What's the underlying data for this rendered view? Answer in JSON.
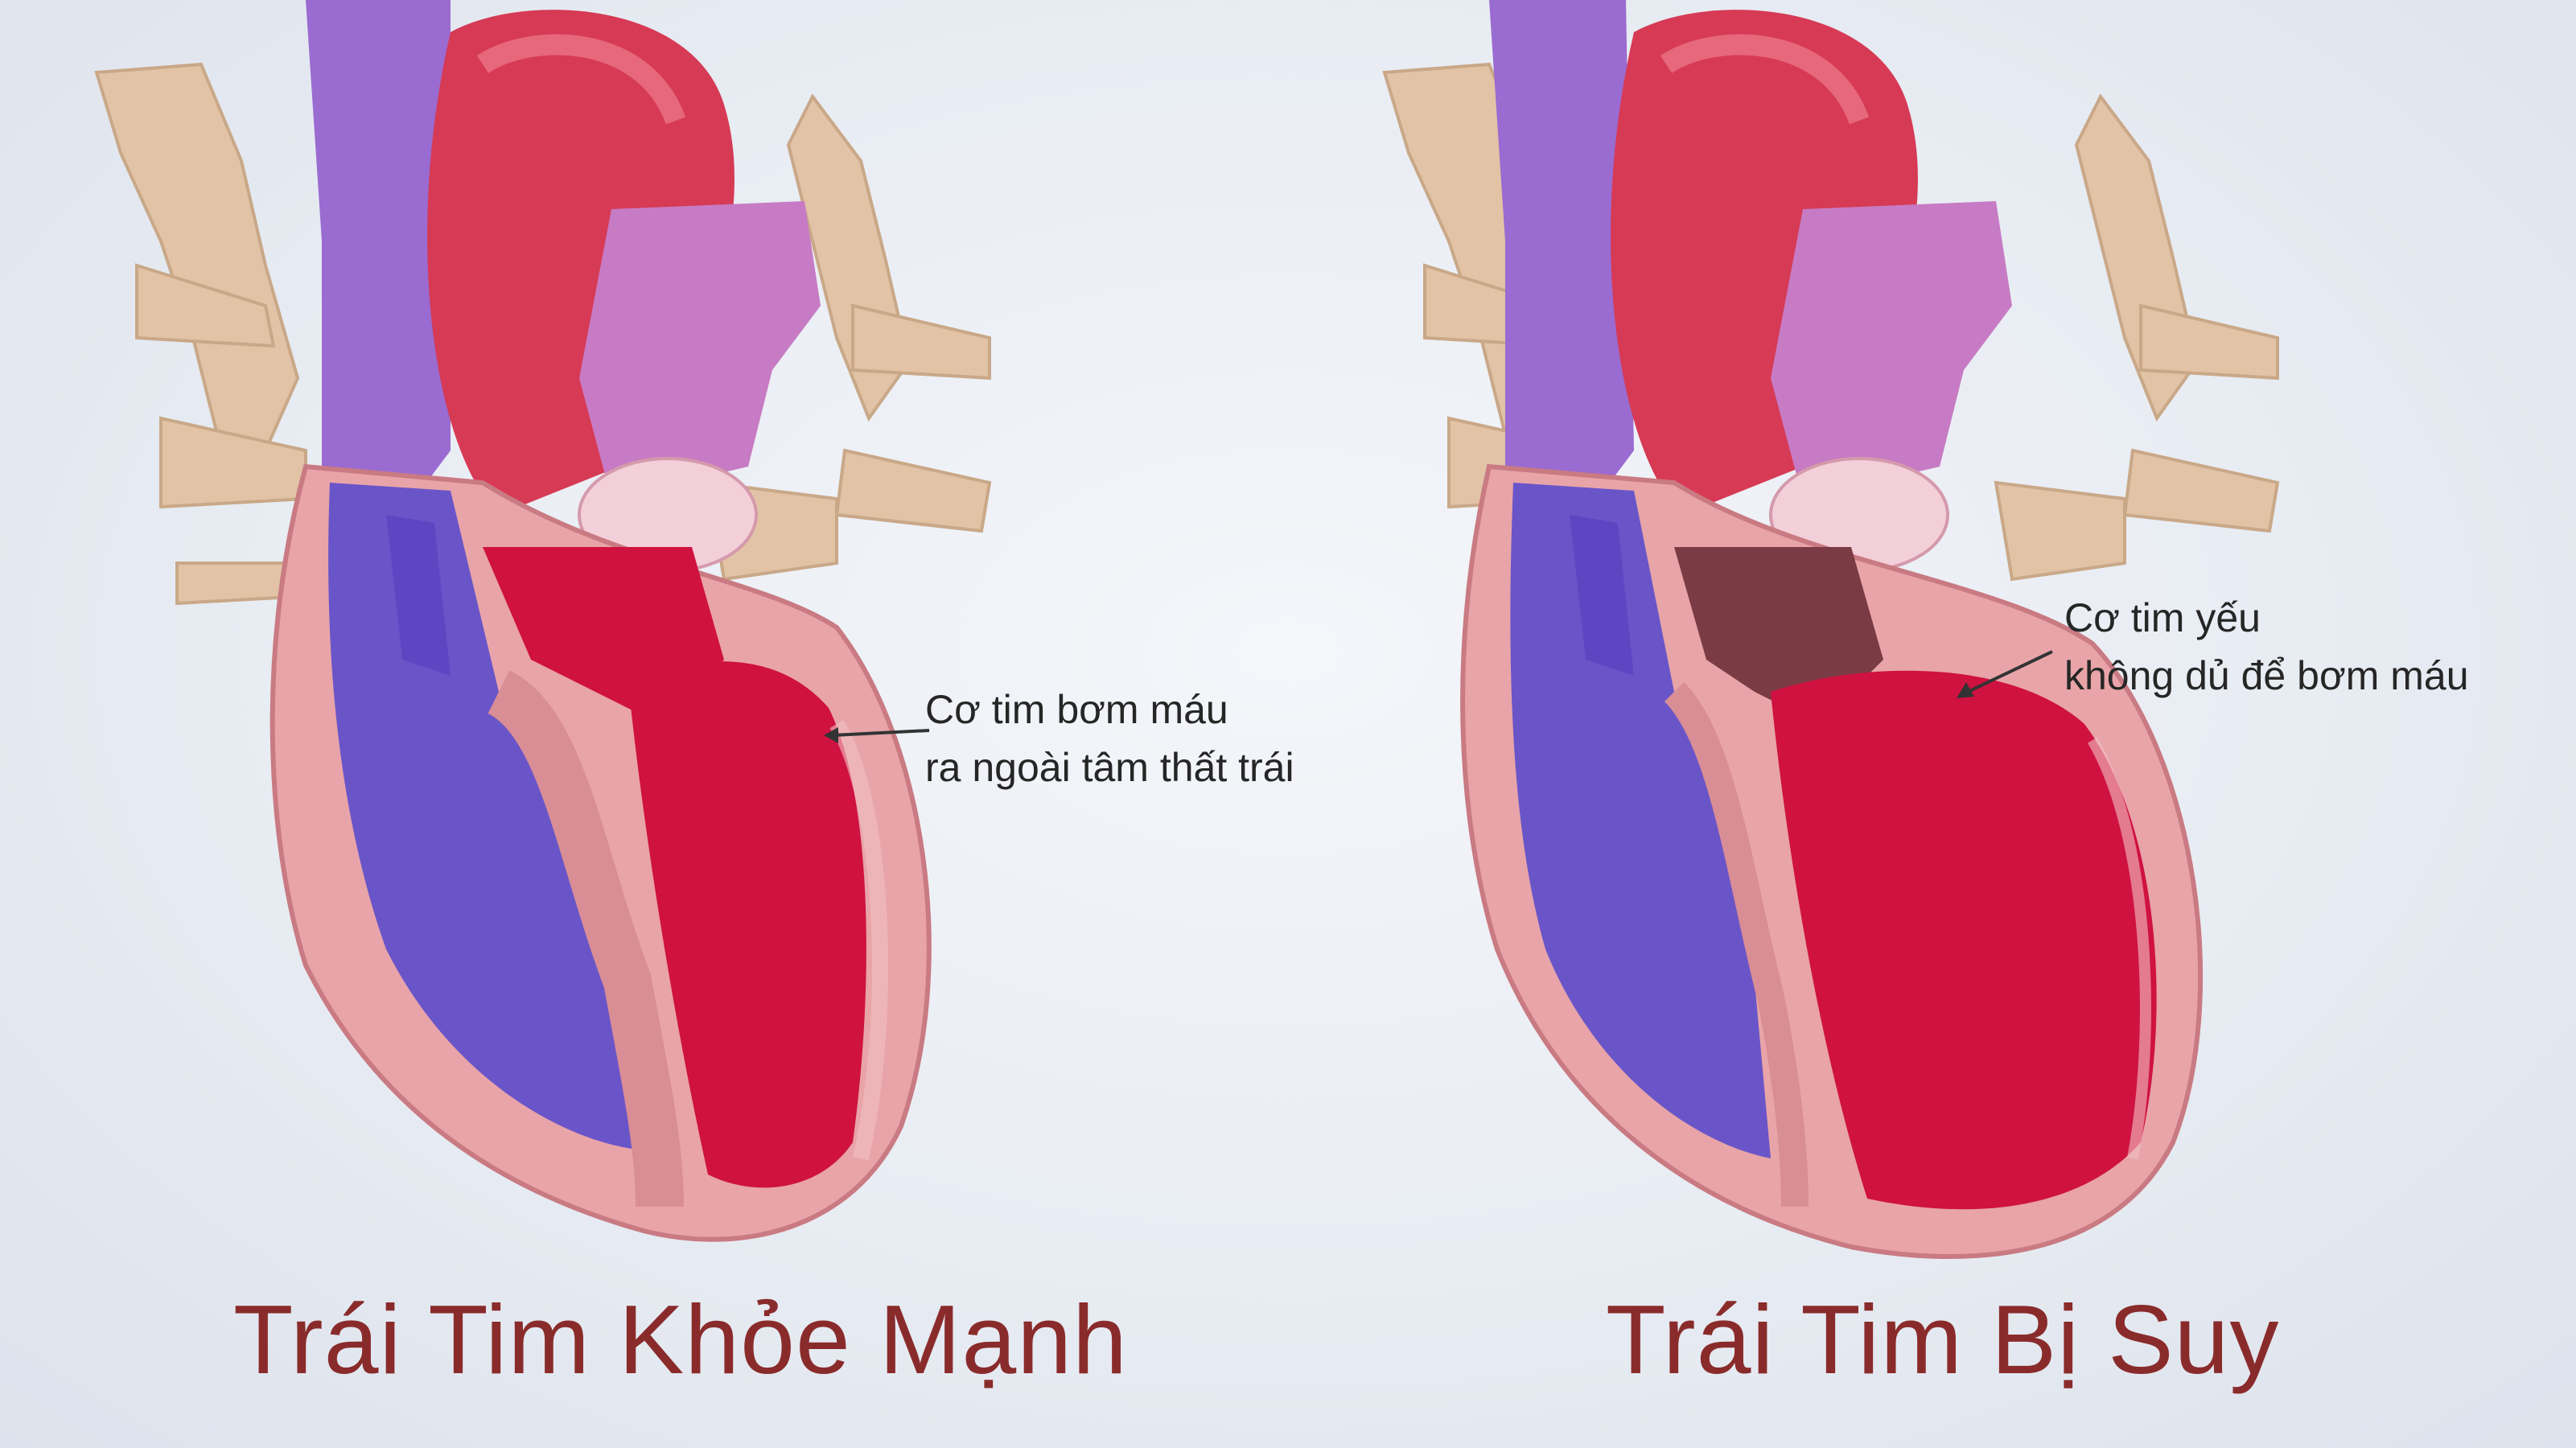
{
  "healthy": {
    "caption": "Trái Tim Khỏe Mạnh",
    "callout_line1": "Cơ tim bơm máu",
    "callout_line2": "ra ngoài tâm thất trái"
  },
  "failing": {
    "caption": "Trái Tim Bị Suy",
    "callout_line1": "Cơ tim yếu",
    "callout_line2": "không dủ để bơm máu"
  },
  "colors": {
    "caption_text": "#8a2b2b",
    "aorta": "#d63a55",
    "vena_cava": "#9a6bd0",
    "pulmonary_artery": "#c77bc4",
    "oxygenated_blood": "#cf1240",
    "deoxygenated_blood": "#6a55c8",
    "myocardium": "#e8a4a8",
    "pulmonary_veins": "#e2c3a6"
  }
}
